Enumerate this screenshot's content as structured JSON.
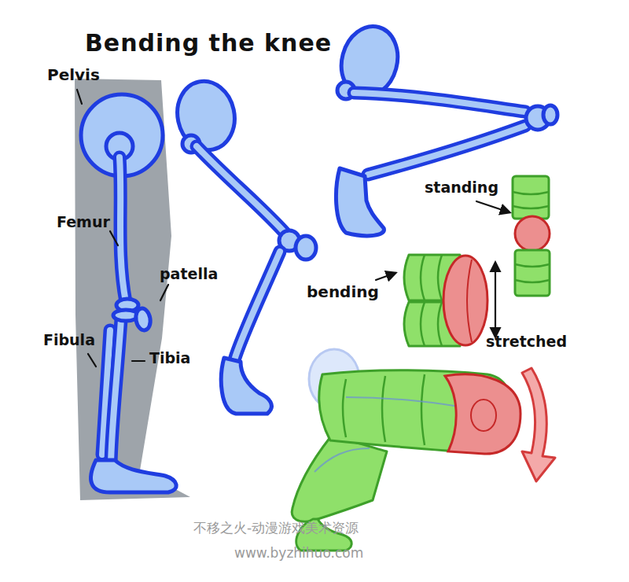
{
  "diagram": {
    "title": "Bending the knee",
    "labels": [
      "Pelvis",
      "Femur",
      "patella",
      "Fibula",
      "Tibia",
      "standing",
      "bending",
      "stretched",
      "不移之火-动漫游戏美术资源",
      "www.byzhihuo.com"
    ]
  }
}
